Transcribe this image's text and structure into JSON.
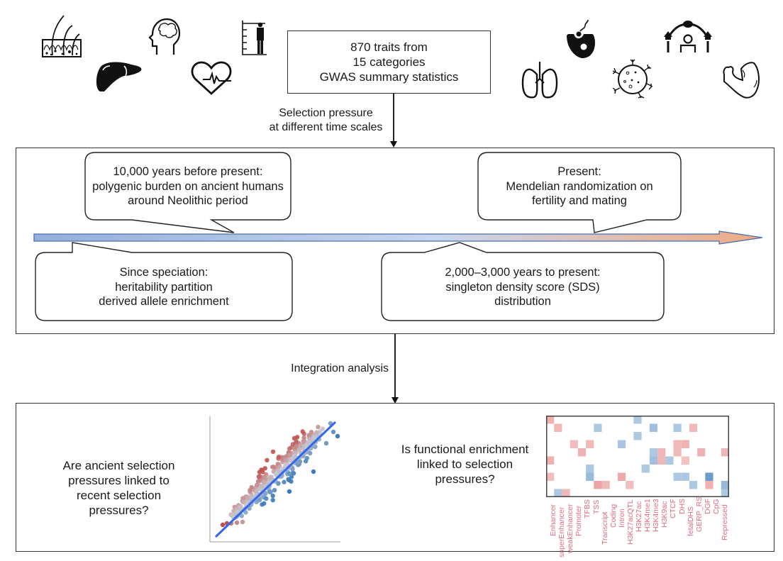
{
  "icons_left": [
    {
      "name": "skin-hair-icon"
    },
    {
      "name": "liver-icon"
    },
    {
      "name": "brain-head-icon"
    },
    {
      "name": "heart-rate-icon"
    },
    {
      "name": "height-measure-icon"
    }
  ],
  "icons_right": [
    {
      "name": "lungs-icon"
    },
    {
      "name": "sperm-egg-icon"
    },
    {
      "name": "immune-cell-icon"
    },
    {
      "name": "social-family-icon"
    },
    {
      "name": "muscle-arm-icon"
    }
  ],
  "source_box": {
    "lines": [
      "870 traits from",
      "15 categories",
      "GWAS summary statistics"
    ]
  },
  "arrow1_label": {
    "lines": [
      "Selection pressure",
      "at different time scales"
    ]
  },
  "timeline": {
    "colors": {
      "start": "#94afd9",
      "mid": "#c5d5ee",
      "end": "#f0ab82",
      "stroke": "#4a6fb0"
    },
    "callouts": [
      {
        "id": "speciation",
        "lines": [
          "Since speciation:",
          "heritability partition",
          "derived allele enrichment"
        ]
      },
      {
        "id": "neolithic",
        "lines": [
          "10,000 years before present:",
          "polygenic burden on ancient humans",
          "around Neolithic period"
        ]
      },
      {
        "id": "sds",
        "lines": [
          "2,000–3,000 years to present:",
          "singleton density score (SDS)",
          "distribution"
        ]
      },
      {
        "id": "present",
        "lines": [
          "Present:",
          "Mendelian randomization on",
          "fertility and mating"
        ]
      }
    ]
  },
  "arrow2_label": "Integration analysis",
  "integration": {
    "question_left": [
      "Are ancient selection",
      "pressures linked to",
      "recent selection",
      "pressures?"
    ],
    "question_right": [
      "Is functional enrichment",
      "linked to selection",
      "pressures?"
    ]
  },
  "chart_data": [
    {
      "type": "scatter",
      "title": "",
      "xlabel": "",
      "ylabel": "",
      "description": "Ancient vs recent selection: points colored red (above fit) to blue (below fit) with blue regression line",
      "fit_line": {
        "color": "#3366ee"
      },
      "colors": {
        "high": "#c0504d",
        "mid": "#c8c8d0",
        "low": "#3a7ab8"
      }
    },
    {
      "type": "heatmap",
      "title": "",
      "columns": [
        "Enhancer",
        "superEnhancer",
        "weakEnhancer",
        "Promoter",
        "TFBS",
        "TSS",
        "Transcript",
        "Coding",
        "Intron",
        "H3K27acQTL",
        "H3K27ac",
        "H3K4me1",
        "H3K4me3",
        "H3K9ac",
        "CTCF",
        "DHS",
        "fetalDHS",
        "GERP_RS",
        "DGF",
        "CpG",
        "Repressed"
      ],
      "n_rows": 10,
      "n_cols": 23,
      "colors": {
        "positive": "#e06a6a",
        "negative": "#3a7ab8",
        "label": "#e06a82"
      },
      "cells": [
        [
          0,
          0,
          0.5
        ],
        [
          0,
          11,
          -0.3
        ],
        [
          1,
          1,
          0.4
        ],
        [
          1,
          6,
          -0.3
        ],
        [
          1,
          13,
          -0.4
        ],
        [
          1,
          16,
          -0.3
        ],
        [
          1,
          18,
          0.4
        ],
        [
          2,
          11,
          -0.3
        ],
        [
          3,
          3,
          0.35
        ],
        [
          3,
          5,
          0.4
        ],
        [
          3,
          9,
          -0.35
        ],
        [
          3,
          16,
          0.4
        ],
        [
          3,
          17,
          0.5
        ],
        [
          4,
          4,
          0.5
        ],
        [
          4,
          13,
          -0.3
        ],
        [
          4,
          14,
          0.45
        ],
        [
          4,
          16,
          0.4
        ],
        [
          4,
          19,
          0.5
        ],
        [
          4,
          22,
          0.45
        ],
        [
          5,
          0,
          0.5
        ],
        [
          5,
          13,
          -0.4
        ],
        [
          5,
          14,
          0.45
        ],
        [
          5,
          15,
          -0.3
        ],
        [
          5,
          17,
          0.3
        ],
        [
          6,
          5,
          -0.3
        ],
        [
          6,
          12,
          -0.3
        ],
        [
          7,
          0,
          0.35
        ],
        [
          7,
          5,
          -0.5
        ],
        [
          7,
          9,
          0.6
        ],
        [
          7,
          16,
          -0.3
        ],
        [
          7,
          17,
          -0.3
        ],
        [
          7,
          20,
          -0.9
        ],
        [
          8,
          6,
          0.65
        ],
        [
          8,
          7,
          0.4
        ],
        [
          8,
          10,
          0.35
        ],
        [
          8,
          18,
          -0.3
        ],
        [
          8,
          20,
          0.5
        ],
        [
          8,
          22,
          -0.5
        ],
        [
          9,
          1,
          -0.3
        ],
        [
          9,
          2,
          0.4
        ],
        [
          9,
          22,
          -0.3
        ]
      ]
    }
  ]
}
